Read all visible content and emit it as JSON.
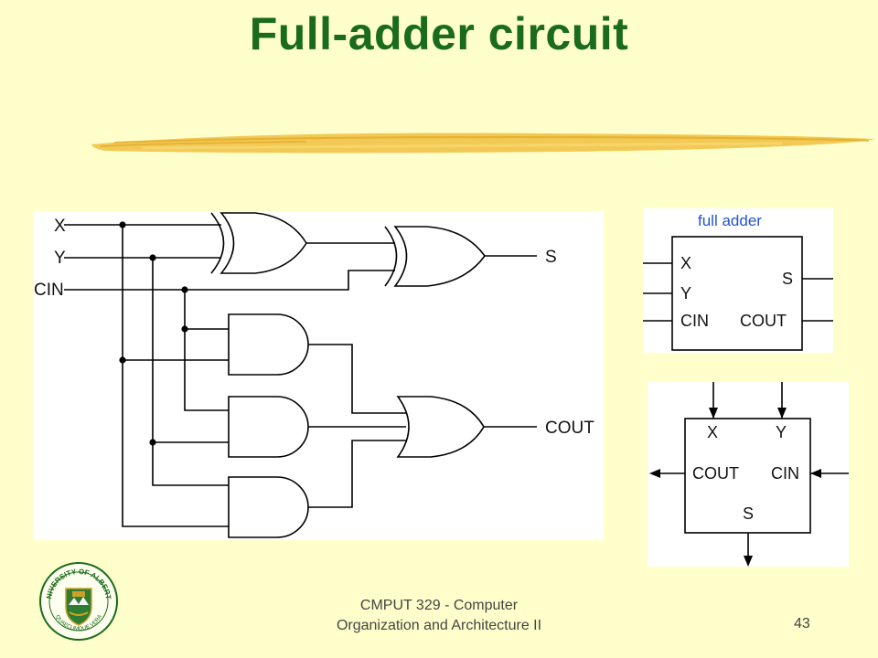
{
  "slide": {
    "title": "Full-adder circuit",
    "footer_line1": "CMPUT 329 - Computer",
    "footer_line2": "Organization and Architecture II",
    "page_number": "43"
  },
  "colors": {
    "background": "#ffffcc",
    "title": "#1a6b1a",
    "brush": "#f0c040",
    "block_title": "#2255cc"
  },
  "circuit": {
    "inputs": [
      "X",
      "Y",
      "CIN"
    ],
    "outputs": [
      "S",
      "COUT"
    ]
  },
  "block_symbol_1": {
    "title": "full adder",
    "left_pins": [
      "X",
      "Y",
      "CIN"
    ],
    "right_pins": [
      "S",
      "COUT"
    ]
  },
  "block_symbol_2": {
    "top_pins": [
      "X",
      "Y"
    ],
    "left_pin": "COUT",
    "right_pin": "CIN",
    "bottom_pin": "S"
  },
  "logo": {
    "name": "university-of-alberta-crest",
    "text_top": "UNIVERSITY OF ALBERTA",
    "text_bottom": "QUAECUMQUE VERA"
  }
}
